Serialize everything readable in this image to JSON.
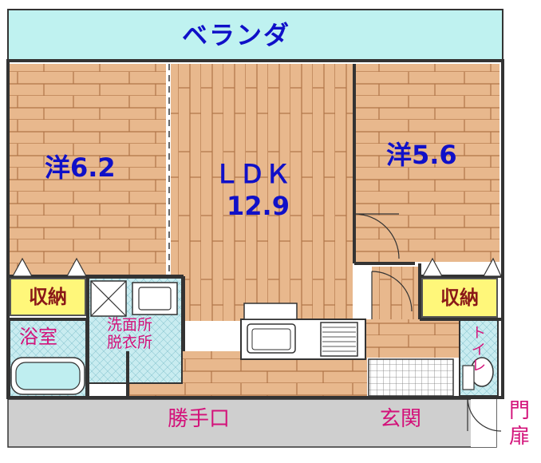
{
  "rooms": {
    "balcony": "ベランダ",
    "western_left": "洋6.2",
    "ldk_title": "ＬＤＫ",
    "ldk_size": "12.9",
    "western_right": "洋5.6",
    "storage_left": "収納",
    "storage_right": "収納",
    "bath": "浴室",
    "washroom_line1": "洗面所",
    "washroom_line2": "脱衣所",
    "toilet": "トイレ",
    "back_door": "勝手口",
    "entrance": "玄関",
    "gate_line1": "門",
    "gate_line2": "扉"
  },
  "colors": {
    "balcony": "#bff2f0",
    "wood_floor": "#e8b88d",
    "wood_line": "#b07447",
    "storage": "#fff77a",
    "tile": "#c9ecf0",
    "corridor": "#cfcfcf",
    "label_blue": "#1010c8",
    "label_magenta": "#d3127a"
  }
}
